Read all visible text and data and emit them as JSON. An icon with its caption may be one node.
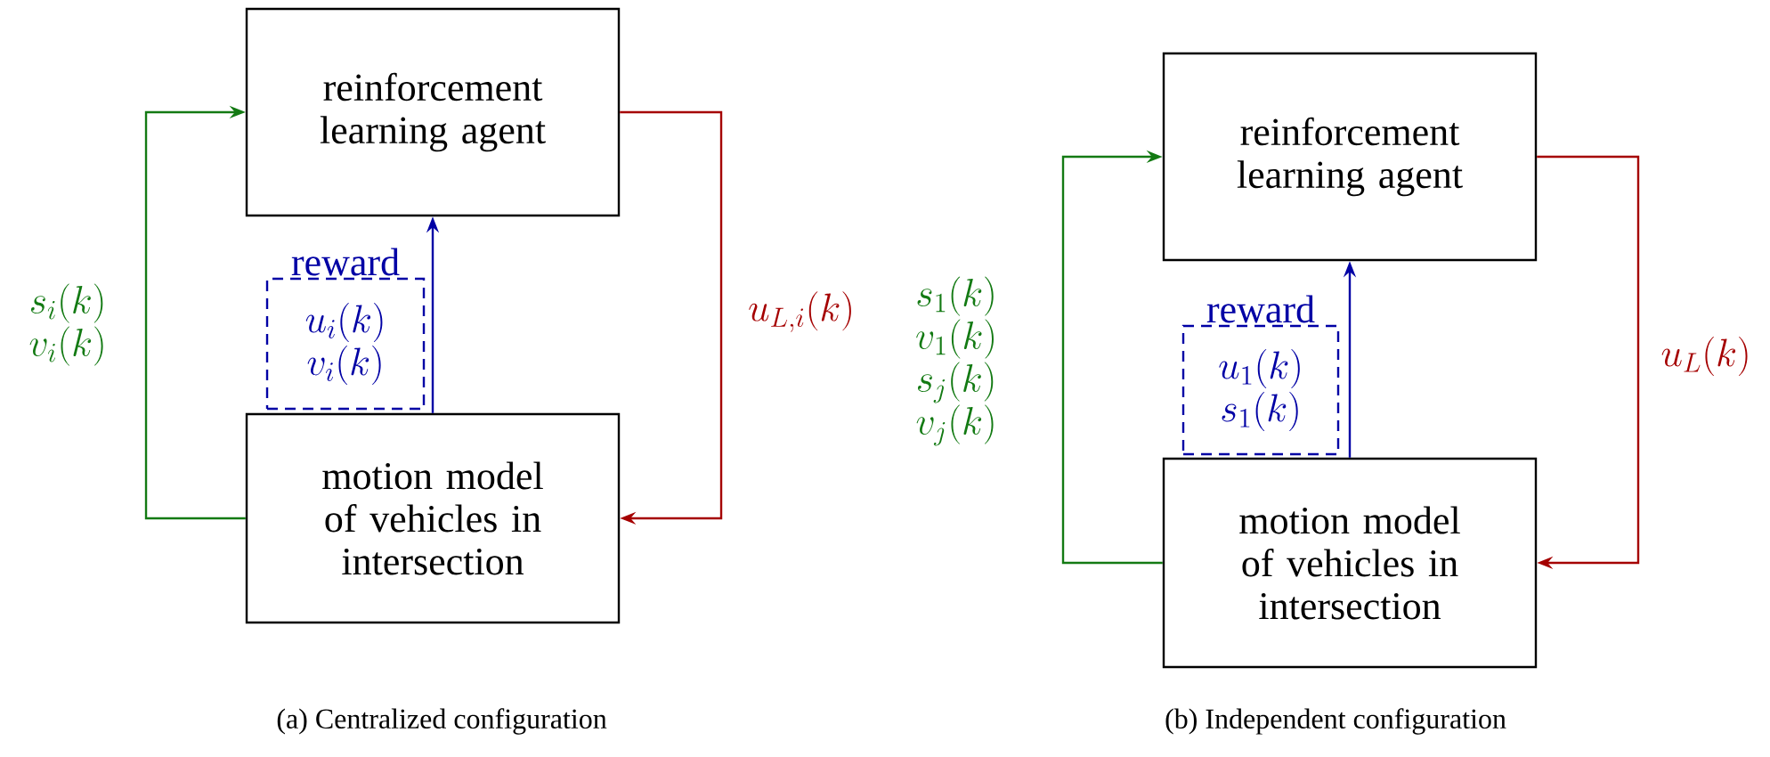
{
  "diagram": {
    "nodes": [
      {
        "text": [
          "reinforcement learning agent"
        ]
      },
      {
        "text": [
          "motion model of vehicles in intersection"
        ]
      },
      {
        "text": [
          "reward",
          "u_i(k)",
          "v_i(k)"
        ]
      },
      {
        "text": [
          "reinforcement learning agent"
        ]
      },
      {
        "text": [
          "motion model of vehicles in intersection"
        ]
      },
      {
        "text": [
          "reward",
          "u_1(k)",
          "s_1(k)"
        ]
      }
    ],
    "edges": [
      {
        "from": 1,
        "to": 0,
        "arrow": "to",
        "color": "#137a13",
        "label": "\\begin{array}{c}s_i(k)\\\\ v_i(k)\\end{array}"
      },
      {
        "from": 0,
        "to": 1,
        "arrow": "to",
        "color": "#a50000",
        "label": "u_{L,i}(k)"
      },
      {
        "from": 1,
        "to": 0,
        "arrow": "to",
        "color": "#0000a5"
      },
      {
        "from": 4,
        "to": 3,
        "arrow": "to",
        "color": "#137a13",
        "label": "\\begin{array}{c}s_1(k)\\\\ v_1(k)\\\\ s_j(k)\\\\ v_j(k)\\end{array}"
      },
      {
        "from": 3,
        "to": 4,
        "arrow": "to",
        "color": "#a50000",
        "label": "u_L(k)"
      },
      {
        "from": 4,
        "to": 3,
        "arrow": "to",
        "color": "#0000a5"
      }
    ],
    "labels": [
      "(a)  Centralized configuration",
      "(b)  Independent configuration"
    ]
  }
}
